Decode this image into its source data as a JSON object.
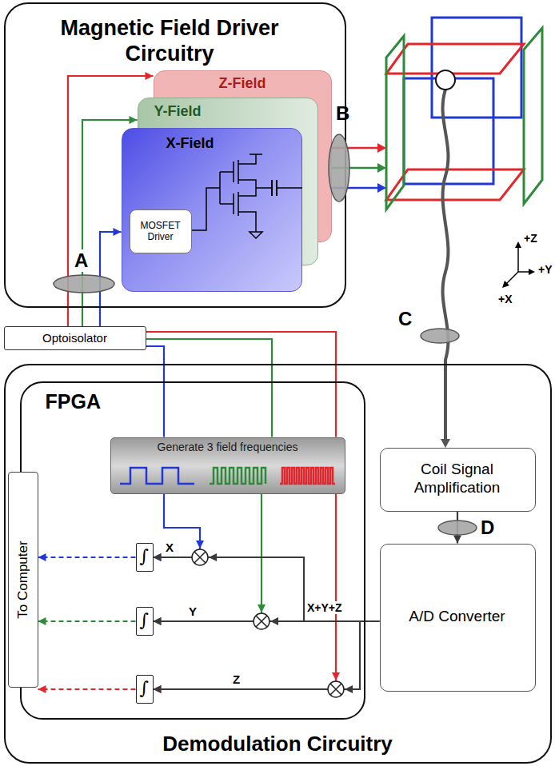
{
  "diagram": {
    "nodes": [
      {
        "text": [
          "Magnetic Field Driver Circuitry"
        ]
      },
      {
        "text": [
          "Z-Field"
        ],
        "in": 0
      },
      {
        "text": [
          "Y-Field"
        ],
        "in": 0
      },
      {
        "text": [
          "X-Field"
        ],
        "in": 0
      },
      {
        "text": [
          "MOSFET Driver"
        ],
        "in": 3
      },
      {
        "text": [
          "Optoisolator"
        ]
      },
      {
        "text": [
          "Demodulation Circuitry"
        ]
      },
      {
        "text": [
          "FPGA"
        ],
        "in": 6
      },
      {
        "text": [
          "Generate 3 field frequencies"
        ],
        "in": 7
      },
      {
        "text": [
          "To Computer"
        ],
        "in": 7
      },
      {
        "text": [
          "∫"
        ],
        "in": 7
      },
      {
        "text": [
          "∫"
        ],
        "in": 7
      },
      {
        "text": [
          "∫"
        ],
        "in": 7
      },
      {
        "text": [
          "Coil Signal Amplification"
        ],
        "in": 6
      },
      {
        "text": [
          "A/D Converter"
        ],
        "in": 6
      }
    ],
    "edges": [
      {
        "from": 5,
        "to": 1,
        "arrow": "to"
      },
      {
        "from": 5,
        "to": 2,
        "arrow": "to"
      },
      {
        "from": 5,
        "to": 3,
        "arrow": "to"
      },
      {
        "from": 8,
        "to": 5,
        "arrow": "none"
      },
      {
        "from": 8,
        "to": 5,
        "arrow": "none"
      },
      {
        "from": 8,
        "to": 5,
        "arrow": "none"
      },
      {
        "from": 13,
        "to": 14,
        "arrow": "to"
      },
      {
        "from": 8,
        "to": 10,
        "arrow": "to"
      },
      {
        "from": 8,
        "to": 11,
        "arrow": "to"
      },
      {
        "from": 8,
        "to": 12,
        "arrow": "to"
      },
      {
        "from": 14,
        "to": 10,
        "arrow": "to"
      },
      {
        "from": 14,
        "to": 11,
        "arrow": "to"
      },
      {
        "from": 14,
        "to": 12,
        "arrow": "to"
      },
      {
        "from": 10,
        "to": 9,
        "arrow": "to"
      },
      {
        "from": 11,
        "to": 9,
        "arrow": "to"
      },
      {
        "from": 12,
        "to": 9,
        "arrow": "to"
      }
    ],
    "labels": [
      "A",
      "B",
      "C",
      "D",
      "+Z",
      "+Y",
      "+X",
      "X",
      "Y",
      "Z",
      "X+Y+Z"
    ]
  }
}
